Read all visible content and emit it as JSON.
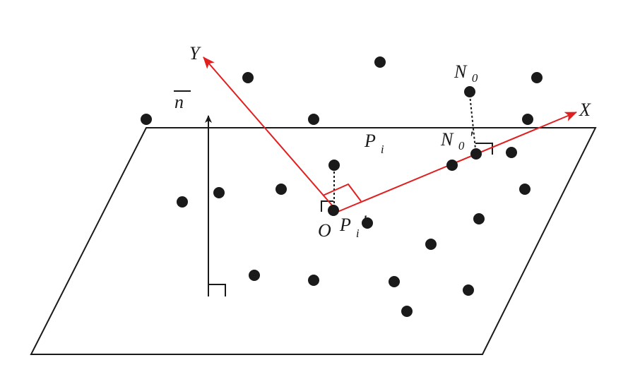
{
  "colors": {
    "ink": "#1a1a1a",
    "axis": "#e02020",
    "background": "#ffffff"
  },
  "labels": {
    "normal": "n",
    "y_axis": "Y",
    "x_axis": "X",
    "origin": "O",
    "plane_point": "P",
    "plane_point_sub": "i",
    "projected_point": "P",
    "projected_point_sub": "i",
    "projected_point_prime": "′",
    "noise_point": "N",
    "noise_point_sub": "0",
    "noise_projection": "N",
    "noise_projection_sub": "0",
    "noise_projection_prime": "′"
  },
  "icons": {
    "normal_arrow": "arrow-up-icon",
    "x_axis_arrow": "arrow-right-icon",
    "y_axis_arrow": "arrow-up-left-icon",
    "right_angle": "right-angle-icon"
  }
}
